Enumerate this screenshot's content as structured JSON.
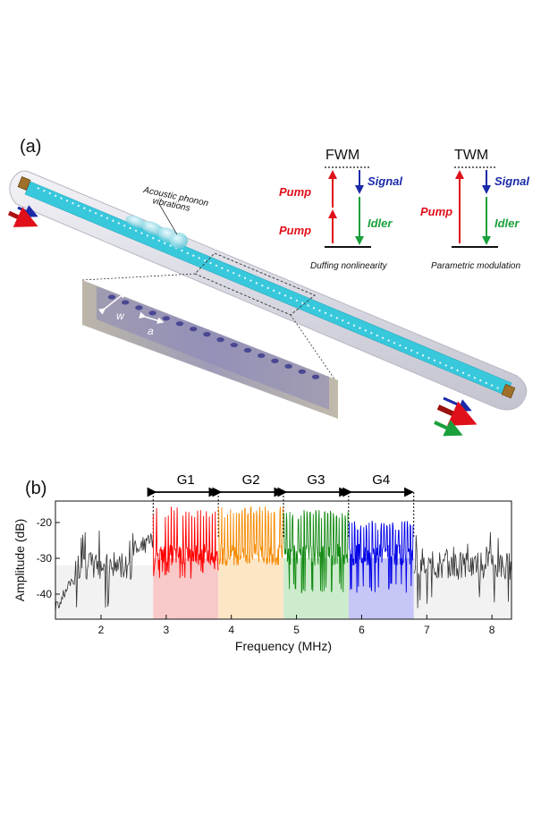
{
  "panel_a": {
    "label": "(a)",
    "phonon_label_line1": "Acoustic phonon",
    "phonon_label_line2": "vibrations",
    "dim_w": "w",
    "dim_a": "a",
    "fwm": {
      "title": "FWM",
      "pump_top": "Pump",
      "pump_bottom": "Pump",
      "signal": "Signal",
      "idler": "Idler",
      "caption": "Duffing nonlinearity"
    },
    "twm": {
      "title": "TWM",
      "pump": "Pump",
      "signal": "Signal",
      "idler": "Idler",
      "caption": "Parametric modulation"
    },
    "colors": {
      "pump": "#e0101a",
      "signal": "#1a2aa8",
      "idler": "#1aa03a",
      "waveguide": "#38c8dc",
      "beam_body": "#dcdce6"
    }
  },
  "panel_b": {
    "label": "(b)",
    "groups": [
      "G1",
      "G2",
      "G3",
      "G4"
    ]
  },
  "chart_data": {
    "type": "line",
    "xlabel": "Frequency (MHz)",
    "ylabel": "Amplitude (dB)",
    "xlim": [
      1.3,
      8.3
    ],
    "ylim": [
      -47,
      -14
    ],
    "xticks": [
      2,
      3,
      4,
      5,
      6,
      7,
      8
    ],
    "yticks": [
      -20,
      -30,
      -40
    ],
    "grid": false,
    "bands": [
      {
        "name": "G1",
        "x": [
          2.8,
          3.8
        ],
        "color": "#ff0000",
        "fill": "#f9c9c9"
      },
      {
        "name": "G2",
        "x": [
          3.8,
          4.8
        ],
        "color": "#f58a00",
        "fill": "#fde6c6"
      },
      {
        "name": "G3",
        "x": [
          4.8,
          5.8
        ],
        "color": "#138a13",
        "fill": "#cdeccd"
      },
      {
        "name": "G4",
        "x": [
          5.8,
          6.8
        ],
        "color": "#0000e6",
        "fill": "#c6c6f7"
      }
    ],
    "background_series": {
      "color": "#333333",
      "segments": [
        [
          1.3,
          2.8
        ],
        [
          6.8,
          8.3
        ]
      ],
      "baseline_db": -32,
      "peak_db": -25,
      "dip_db": -44
    },
    "comb": {
      "spacing_mhz": 0.045,
      "peak_db": [
        -17,
        -17,
        -18,
        -21
      ],
      "floor_db": [
        -36,
        -32,
        -40,
        -40
      ]
    }
  }
}
